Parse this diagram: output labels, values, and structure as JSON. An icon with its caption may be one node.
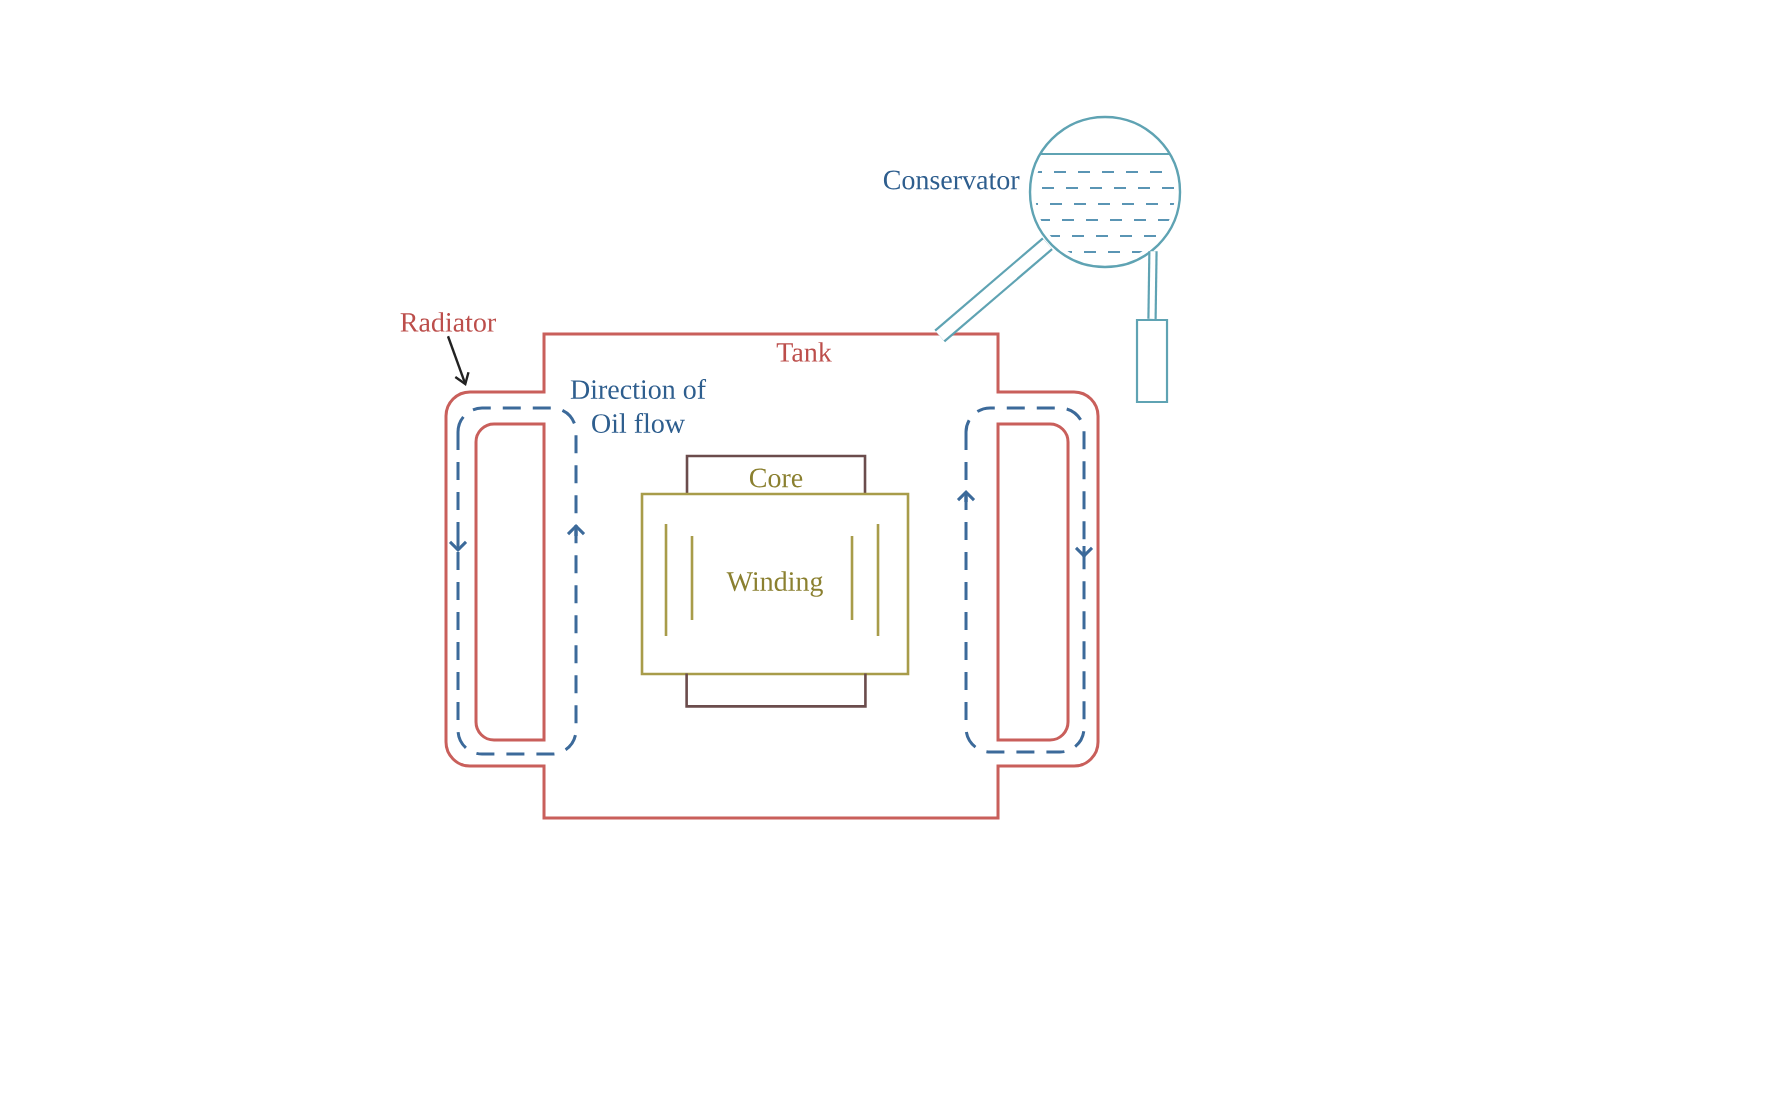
{
  "diagram": {
    "nodes": [
      {
        "text": [
          "Conservator"
        ]
      },
      {
        "text": [],
        "shape": "box"
      },
      {
        "text": [
          "Radiator"
        ]
      },
      {
        "text": [
          "Tank"
        ]
      },
      {
        "text": [
          "Core"
        ],
        "in": 3
      },
      {
        "text": [
          "Winding"
        ],
        "in": 3
      },
      {
        "text": [],
        "shape": "box",
        "in": 3
      }
    ],
    "edges": [
      {
        "from": 0,
        "to": 1,
        "arrow": "none"
      },
      {
        "from": 3,
        "to": 0,
        "arrow": "none"
      },
      {
        "from": 2,
        "to": 3,
        "arrow": "to",
        "color": "#222222"
      }
    ],
    "labels": [
      "Direction of Oil flow"
    ]
  }
}
